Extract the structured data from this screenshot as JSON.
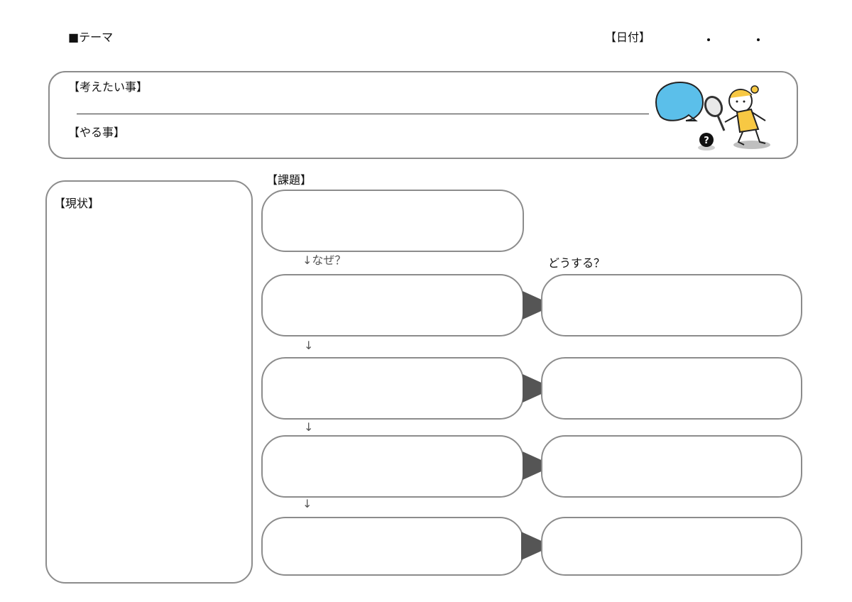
{
  "header": {
    "theme_label": "■テーマ",
    "date_label": "【日付】",
    "date_sep_1": "・",
    "date_sep_2": "・"
  },
  "top_panel": {
    "want_to_think_label": "【考えたい事】",
    "to_do_label": "【やる事】"
  },
  "current_state": {
    "label": "【現状】"
  },
  "issue": {
    "label": "【課題】"
  },
  "why": {
    "label": "↓なぜ？"
  },
  "how": {
    "label": "どうする？"
  },
  "down_arrows": [
    "↓",
    "↓",
    "↓"
  ],
  "illustration": {
    "icon": "person-with-magnifier-and-speech-bubble",
    "badge_text": "?",
    "bubble_color": "#5bbfea",
    "shirt_color": "#f7c843"
  }
}
